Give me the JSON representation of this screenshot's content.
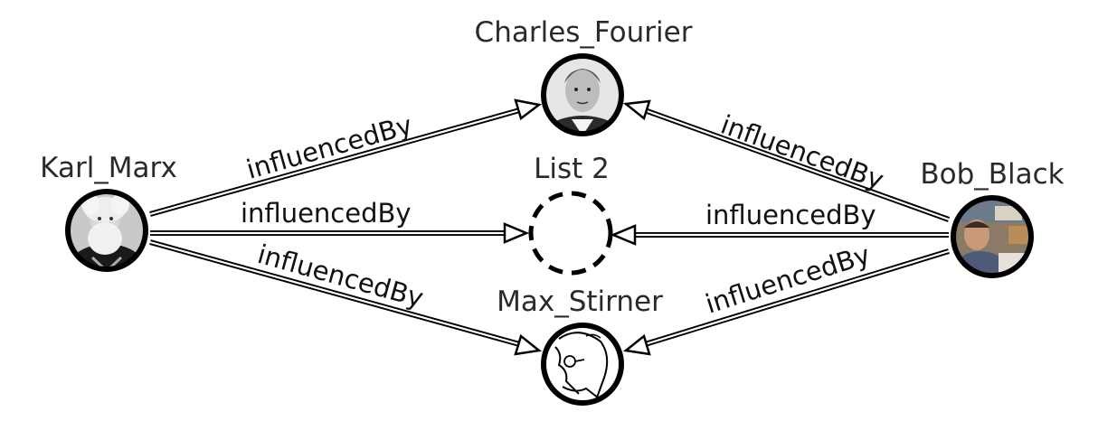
{
  "diagram": {
    "nodes": [
      {
        "id": "karl_marx",
        "label": "Karl_Marx",
        "portrait": "marx-portrait"
      },
      {
        "id": "charles_fourier",
        "label": "Charles_Fourier",
        "portrait": "fourier-portrait"
      },
      {
        "id": "list2",
        "label": "List 2",
        "portrait": ""
      },
      {
        "id": "max_stirner",
        "label": "Max_Stirner",
        "portrait": "stirner-sketch"
      },
      {
        "id": "bob_black",
        "label": "Bob_Black",
        "portrait": "black-photo"
      }
    ],
    "edges": [
      {
        "from": "karl_marx",
        "to": "charles_fourier",
        "label": "influencedBy"
      },
      {
        "from": "karl_marx",
        "to": "list2",
        "label": "influencedBy"
      },
      {
        "from": "karl_marx",
        "to": "max_stirner",
        "label": "influencedBy"
      },
      {
        "from": "bob_black",
        "to": "charles_fourier",
        "label": "influencedBy"
      },
      {
        "from": "bob_black",
        "to": "list2",
        "label": "influencedBy"
      },
      {
        "from": "bob_black",
        "to": "max_stirner",
        "label": "influencedBy"
      }
    ]
  }
}
